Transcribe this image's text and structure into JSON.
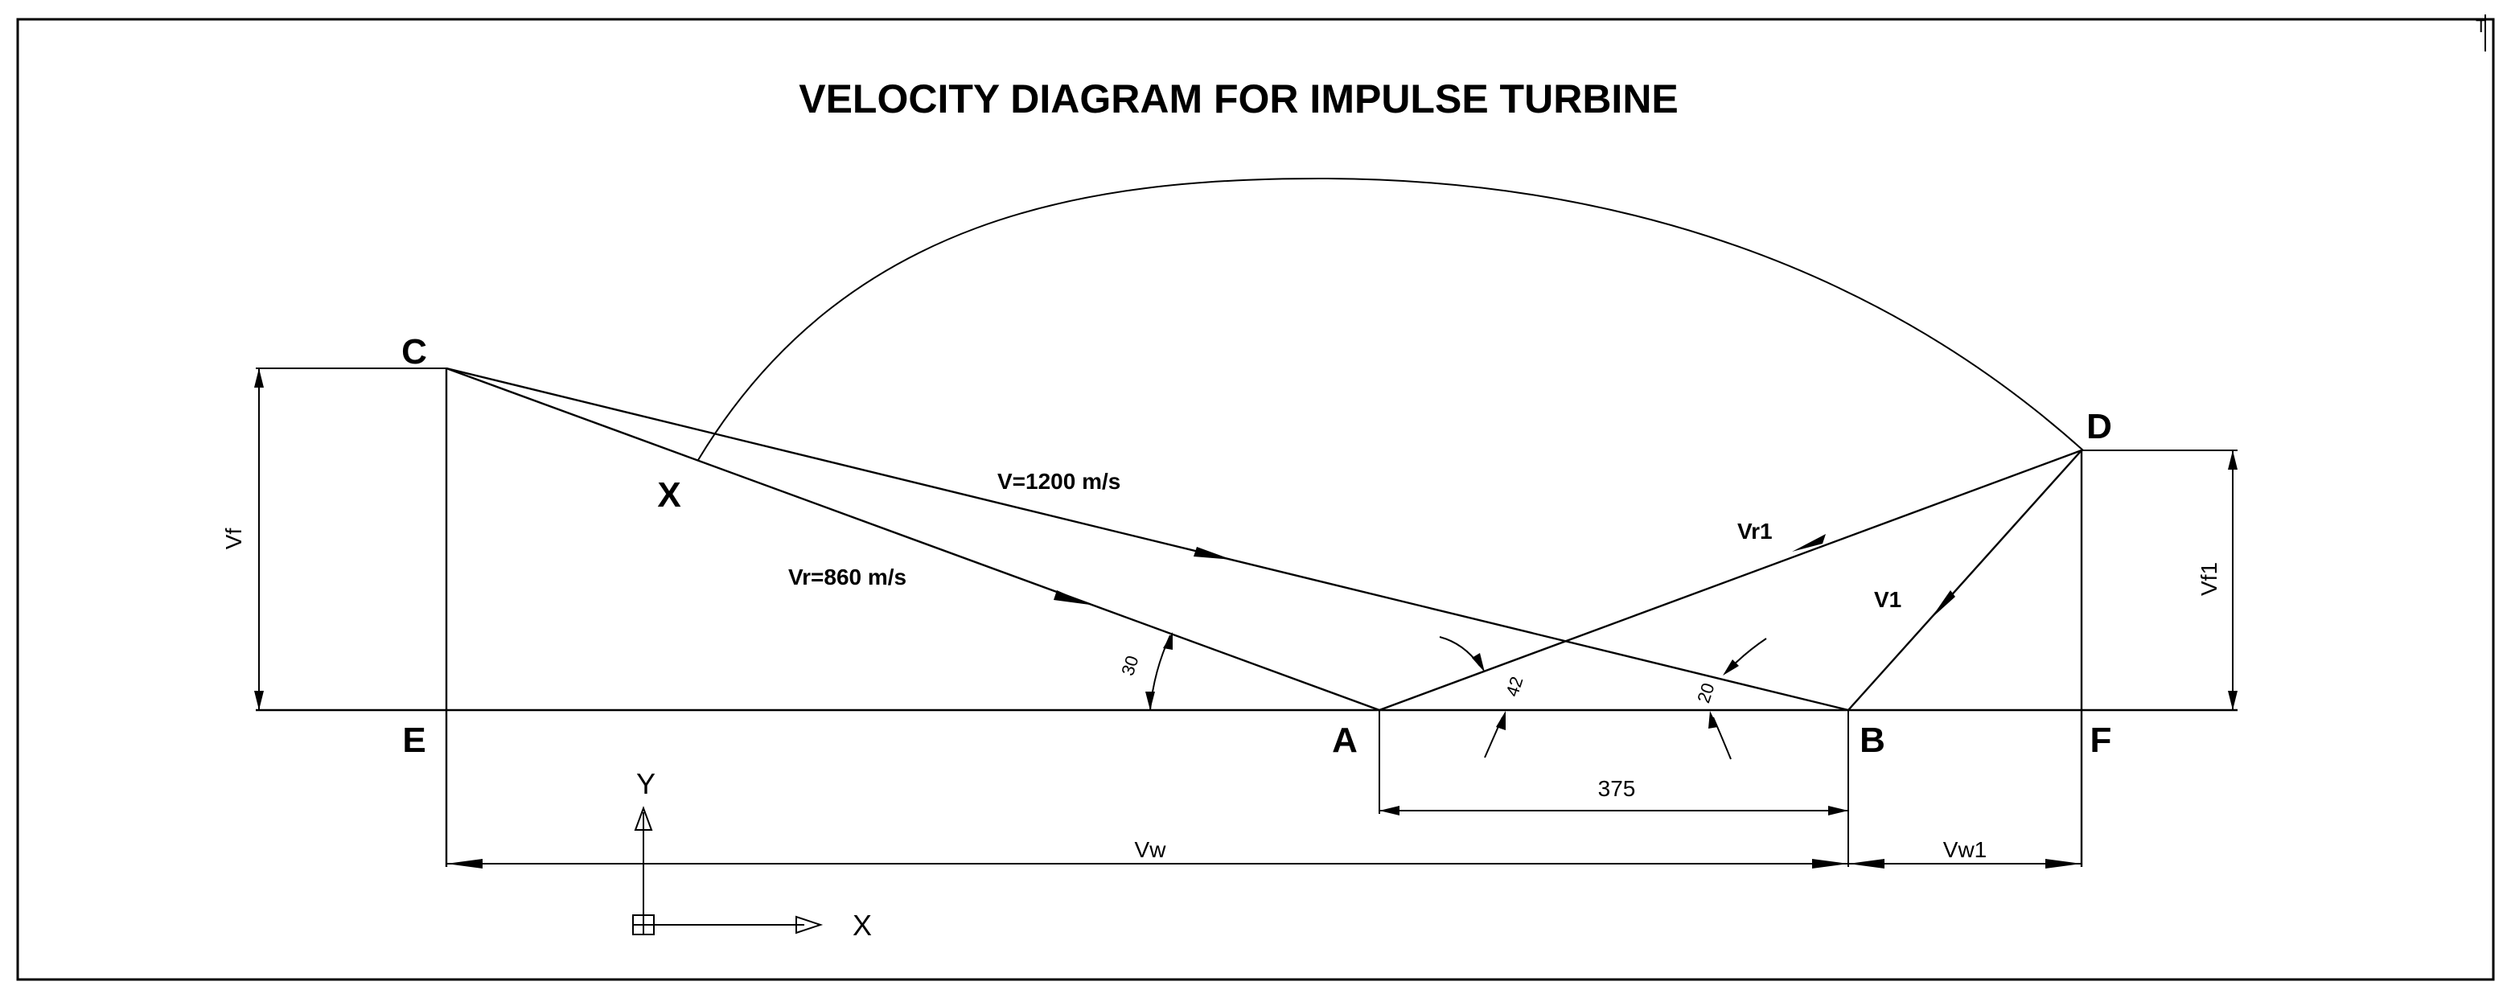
{
  "title": "VELOCITY DIAGRAM FOR IMPULSE TURBINE",
  "points": {
    "A": "A",
    "B": "B",
    "C": "C",
    "D": "D",
    "E": "E",
    "F": "F",
    "X": "X"
  },
  "labels": {
    "v": "V=1200 m/s",
    "vr": "Vr=860 m/s",
    "vr1": "Vr1",
    "v1": "V1",
    "vf": "Vf",
    "vf1": "Vf1",
    "vw": "Vw",
    "vw1": "Vw1",
    "dim_ab": "375"
  },
  "angles": {
    "ang_at_a_upper": "42",
    "ang_at_b": "20",
    "ang_at_a": "30"
  },
  "ucs": {
    "x": "X",
    "y": "Y"
  },
  "corner_mark": "T"
}
